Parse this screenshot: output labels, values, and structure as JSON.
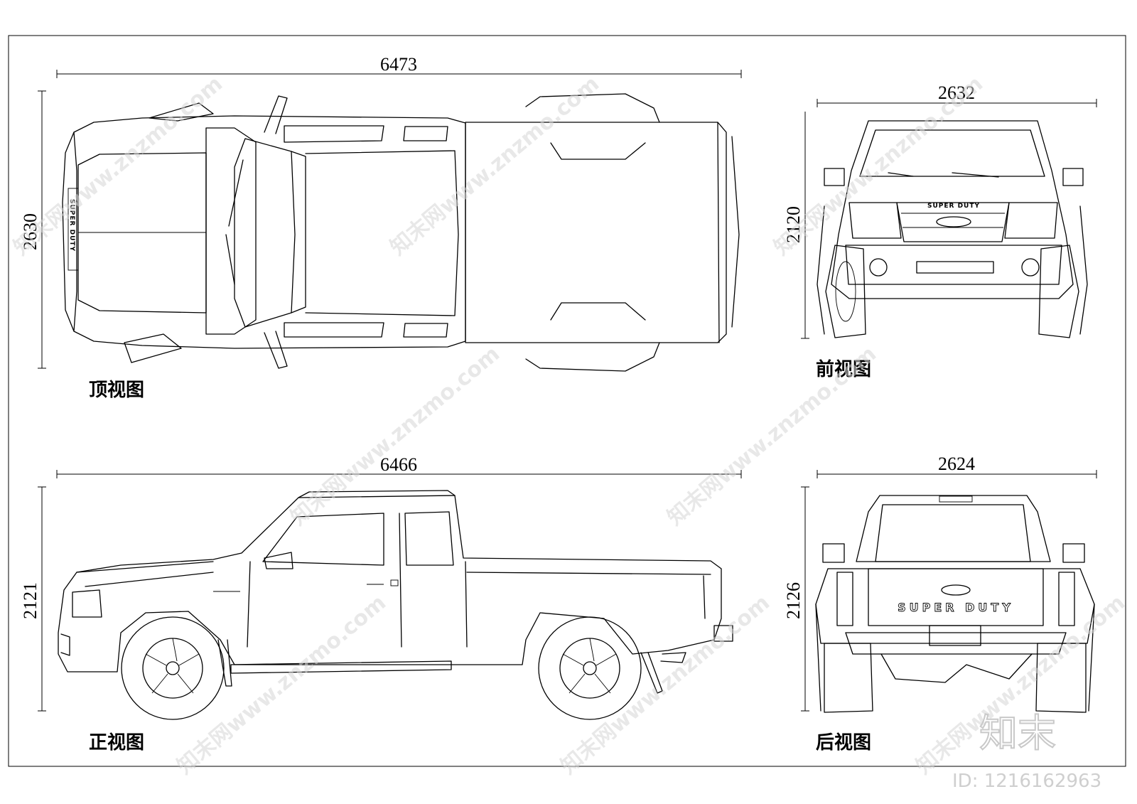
{
  "views": {
    "top": {
      "caption": "顶视图",
      "length": "6473",
      "width": "2630"
    },
    "front": {
      "caption": "前视图",
      "width": "2632",
      "height": "2120"
    },
    "side": {
      "caption": "正视图",
      "length": "6466",
      "height": "2121"
    },
    "rear": {
      "caption": "后视图",
      "width": "2624",
      "height": "2126"
    }
  },
  "badges": {
    "hood": "SUPER DUTY",
    "grille": "SUPER DUTY",
    "tailgate": "SUPER DUTY"
  },
  "watermark": {
    "text": "知末网www.znzmo.com",
    "logo": "知末",
    "id": "ID: 1216162963"
  }
}
